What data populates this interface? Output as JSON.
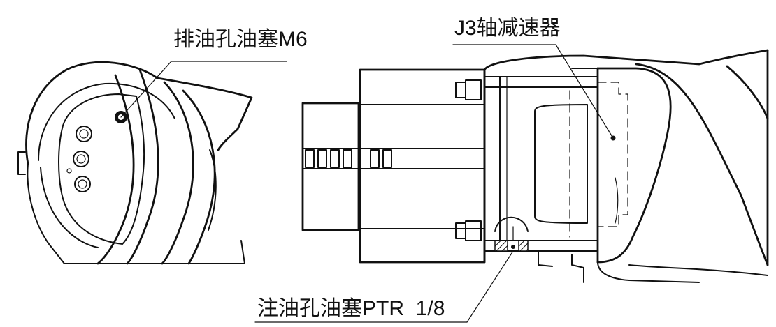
{
  "labels": {
    "drain_plug": "排油孔油塞M6",
    "reducer": "J3轴减速器",
    "fill_plug": "注油孔油塞PTR  1/8"
  },
  "colors": {
    "line": "#111111",
    "background": "#ffffff",
    "hatch": "#111111"
  }
}
